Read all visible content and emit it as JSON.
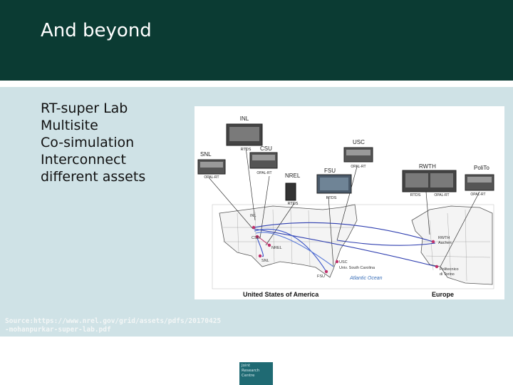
{
  "slide": {
    "title": "And beyond",
    "bullets": [
      "RT-super Lab",
      "Multisite",
      "Co-simulation",
      "Interconnect",
      "different assets"
    ],
    "source_line1": "Source:https://www.nrel.gov/grid/assets/pdfs/20170425",
    "source_line2": "-mohanpurkar-super-lab.pdf",
    "logo_lines": [
      "Joint",
      "Research",
      "Centre"
    ]
  },
  "figure": {
    "labels": {
      "inl": "INL",
      "csu": "CSU",
      "snl": "SNL",
      "usc": "USC",
      "nrel": "NREL",
      "fsu": "FSU",
      "rwth": "RWTH",
      "polito": "PoliTo",
      "rtds1": "RTDS",
      "rtds2": "RTDS",
      "rtds3": "RTDS",
      "rtds4": "RTDS",
      "opal_snl": "OPAL-RT",
      "opal_csu": "OPAL-RT",
      "opal_usc": "OPAL-RT",
      "opal_rwth": "OPAL-RT",
      "opal_polito": "OPAL-RT",
      "map_inl": "INL",
      "map_csu": "CSU",
      "map_nrel": "NREL",
      "map_snl": "SNL",
      "map_fsu": "FSU",
      "map_usc": "USC",
      "usc_region": "Univ. South Carolina",
      "atlantic": "Atlantic Ocean",
      "aachen": "Aachen",
      "rwth_map": "RWTH",
      "politecnico": "Politecnico",
      "torino": "di Torino",
      "usa": "United States of America",
      "europe": "Europe"
    }
  }
}
